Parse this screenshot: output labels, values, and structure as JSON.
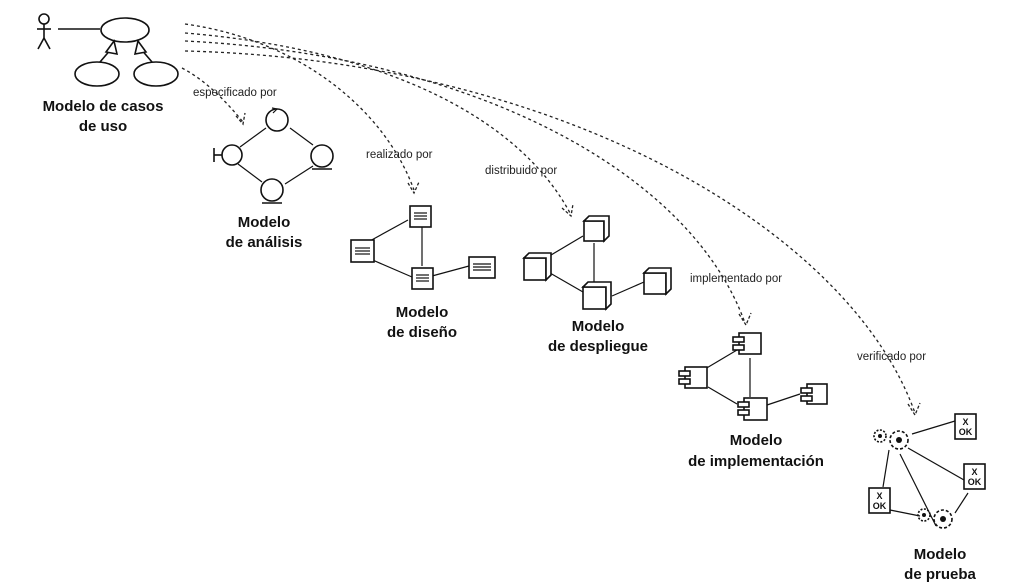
{
  "models": {
    "use_case": {
      "title_line1": "Modelo de casos",
      "title_line2": "de uso"
    },
    "analysis": {
      "title_line1": "Modelo",
      "title_line2": "de análisis"
    },
    "design": {
      "title_line1": "Modelo",
      "title_line2": "de diseño"
    },
    "deployment": {
      "title_line1": "Modelo",
      "title_line2": "de despliegue"
    },
    "implementation": {
      "title_line1": "Modelo",
      "title_line2": "de implementación"
    },
    "test": {
      "title_line1": "Modelo",
      "title_line2": "de prueba"
    }
  },
  "relations": {
    "specified": "especificado por",
    "realized": "realizado por",
    "distributed": "distribuido por",
    "implemented": "implementado por",
    "verified": "verificado por"
  },
  "test_case_icon": {
    "line1": "X",
    "line2": "OK"
  }
}
